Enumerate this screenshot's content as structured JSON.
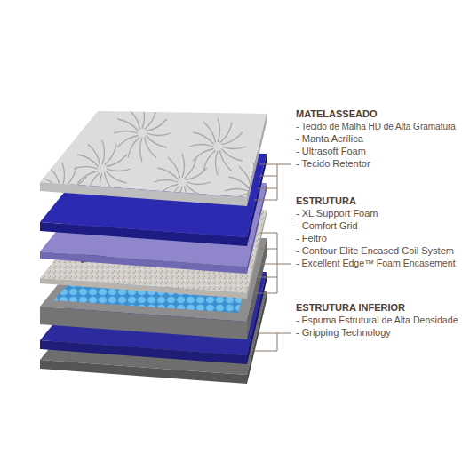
{
  "diagram": {
    "labels": [
      "MATELASSEADO",
      "- Tecido de Malha HD de Alta Gramatura",
      "- Manta Acrílica",
      "- Ultrasoft Foam",
      "- Tecido Retentor",
      "ESTRUTURA",
      "- XL Support Foam",
      "- Comfort Grid",
      "- Feltro",
      "- Contour Elite Encased Coil System",
      "- Excellent Edge™ Foam Encasement",
      "ESTRUTURA INFERIOR",
      "- Espuma Estrutural de Alta Densidade",
      "- Gripping Technology"
    ]
  }
}
